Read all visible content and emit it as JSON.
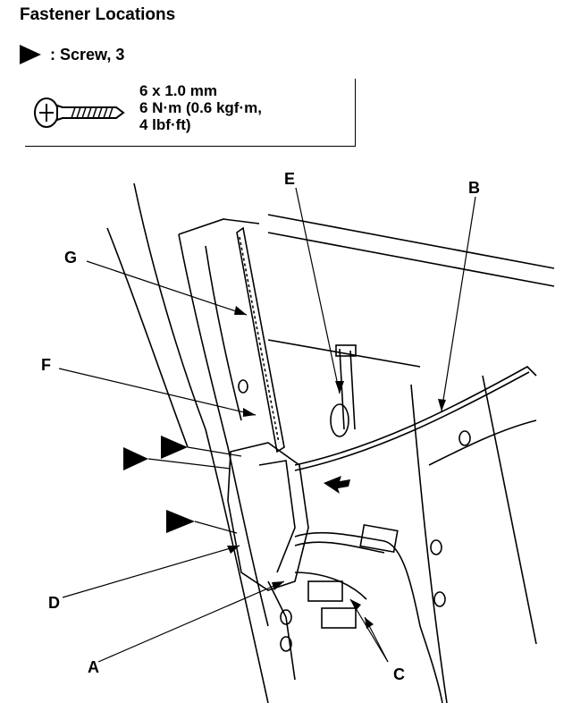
{
  "header": {
    "title": "Fastener Locations"
  },
  "legend": {
    "symbol_text": ": Screw, 3",
    "symbol_icon": "black-triangle-pointer"
  },
  "spec": {
    "line1": "6 x 1.0 mm",
    "line2": "6 N·m (0.6 kgf·m,",
    "line3": "4 lbf·ft)",
    "icon": "phillips-screw"
  },
  "callouts": {
    "A": "A",
    "B": "B",
    "C": "C",
    "D": "D",
    "E": "E",
    "F": "F",
    "G": "G"
  }
}
